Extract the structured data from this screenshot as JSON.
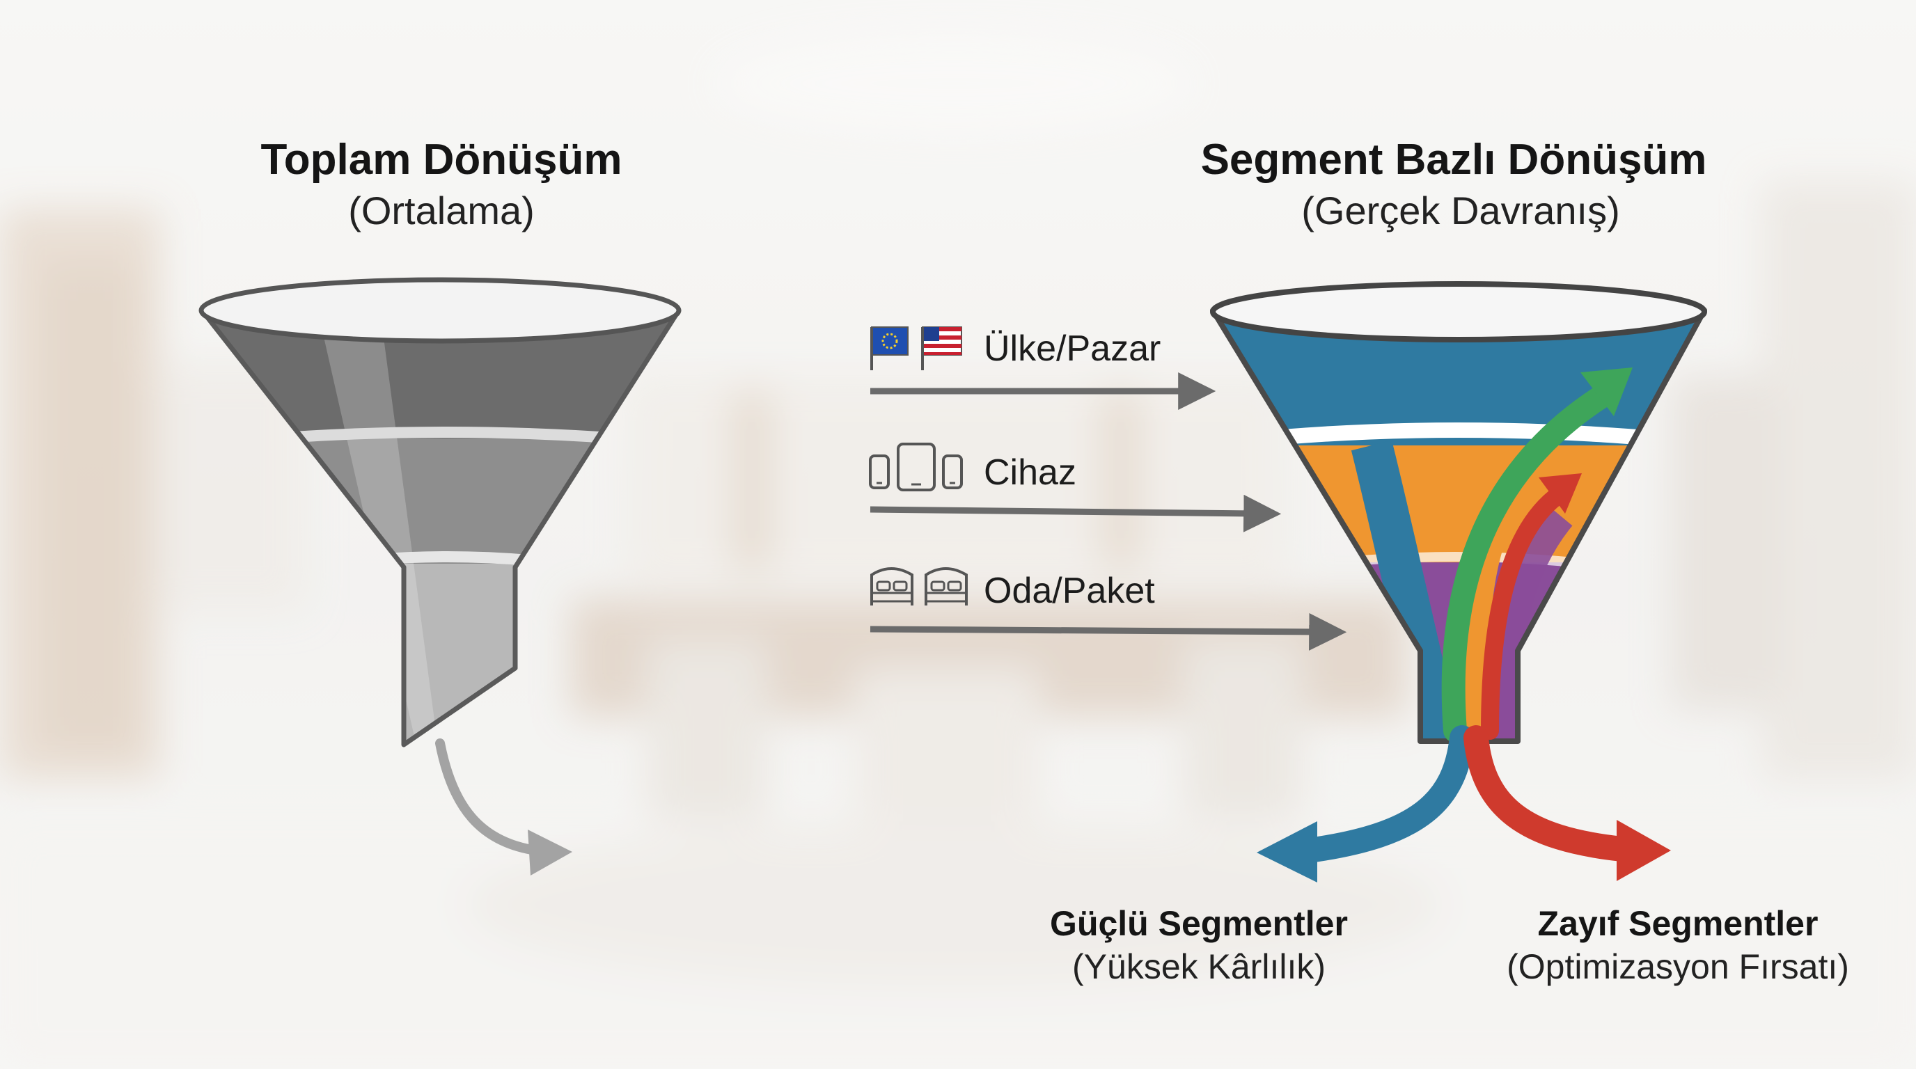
{
  "left_title": "Toplam Dönüşüm",
  "left_subtitle": "(Ortalama)",
  "right_title": "Segment Bazlı Dönüşüm",
  "right_subtitle": "(Gerçek Davranış)",
  "segment_inputs": [
    {
      "label": "Ülke/Pazar",
      "icons": [
        "eu-flag-icon",
        "us-flag-icon"
      ]
    },
    {
      "label": "Cihaz",
      "icons": [
        "phone-icon",
        "tablet-icon",
        "phone-icon"
      ]
    },
    {
      "label": "Oda/Paket",
      "icons": [
        "bed-icon",
        "bed-icon"
      ]
    }
  ],
  "strong_title": "Güçlü Segmentler",
  "strong_subtitle": "(Yüksek Kârlılık)",
  "weak_title": "Zayıf Segmentler",
  "weak_subtitle": "(Optimizasyon Fırsatı)",
  "colors": {
    "blue": "#2f7aa1",
    "orange": "#ef9630",
    "purple": "#8a4d9a",
    "green": "#3ea55a",
    "red": "#cf3a2d",
    "gray_arrow": "#6b6b6b",
    "funnel_gray_dark": "#6c6c6c",
    "funnel_gray_mid": "#8c8c8c",
    "funnel_gray_light": "#b5b5b5"
  }
}
